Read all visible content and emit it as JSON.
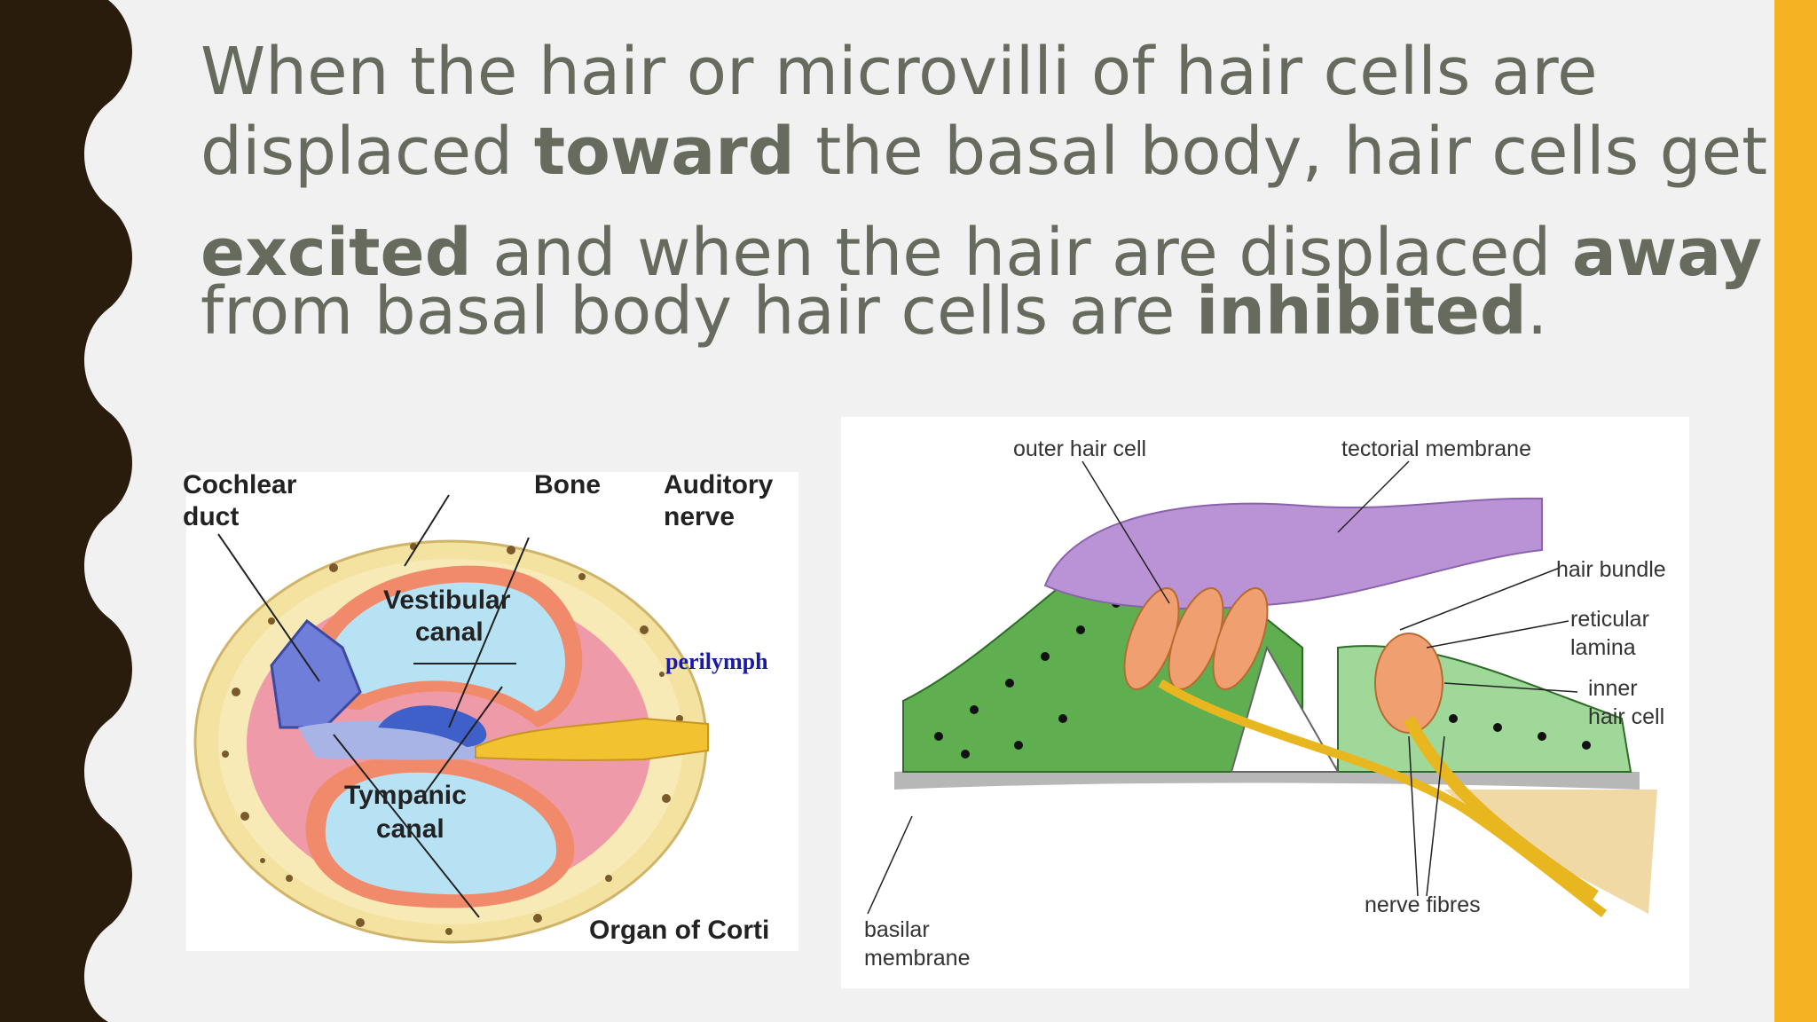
{
  "slide": {
    "text_runs": [
      {
        "text": "When the hair or microvilli of hair cells are",
        "bold": false
      },
      {
        "text": "displaced ",
        "bold": false
      },
      {
        "text": "toward",
        "bold": true
      },
      {
        "text": " the basal body, hair cells get",
        "bold": false
      },
      {
        "text": "excited",
        "bold": true
      },
      {
        "text": " and when the hair are displaced ",
        "bold": false
      },
      {
        "text": "away",
        "bold": true
      },
      {
        "text": "from basal body hair cells are ",
        "bold": false
      },
      {
        "text": "inhibited",
        "bold": true
      },
      {
        "text": ".",
        "bold": false
      }
    ]
  },
  "figure_cochlea": {
    "labels": {
      "cochlear_duct_1": "Cochlear",
      "cochlear_duct_2": "duct",
      "bone": "Bone",
      "auditory_nerve_1": "Auditory",
      "auditory_nerve_2": "nerve",
      "vestibular_1": "Vestibular",
      "vestibular_2": "canal",
      "perilymph": "perilymph",
      "tympanic_1": "Tympanic",
      "tympanic_2": "canal",
      "organ_of_corti": "Organ of Corti"
    }
  },
  "figure_corti": {
    "labels": {
      "outer_hair_cell": "outer hair cell",
      "tectorial_membrane": "tectorial membrane",
      "hair_bundle": "hair bundle",
      "reticular_1": "reticular",
      "reticular_2": "lamina",
      "inner_1": "inner",
      "inner_2": "hair cell",
      "nerve_fibres": "nerve fibres",
      "basilar_1": "basilar",
      "basilar_2": "membrane"
    }
  },
  "colors": {
    "left_band": "#2a1c0c",
    "right_band": "#f5b324",
    "text": "#676b5e",
    "perilymph_label": "#1a1aa8"
  }
}
